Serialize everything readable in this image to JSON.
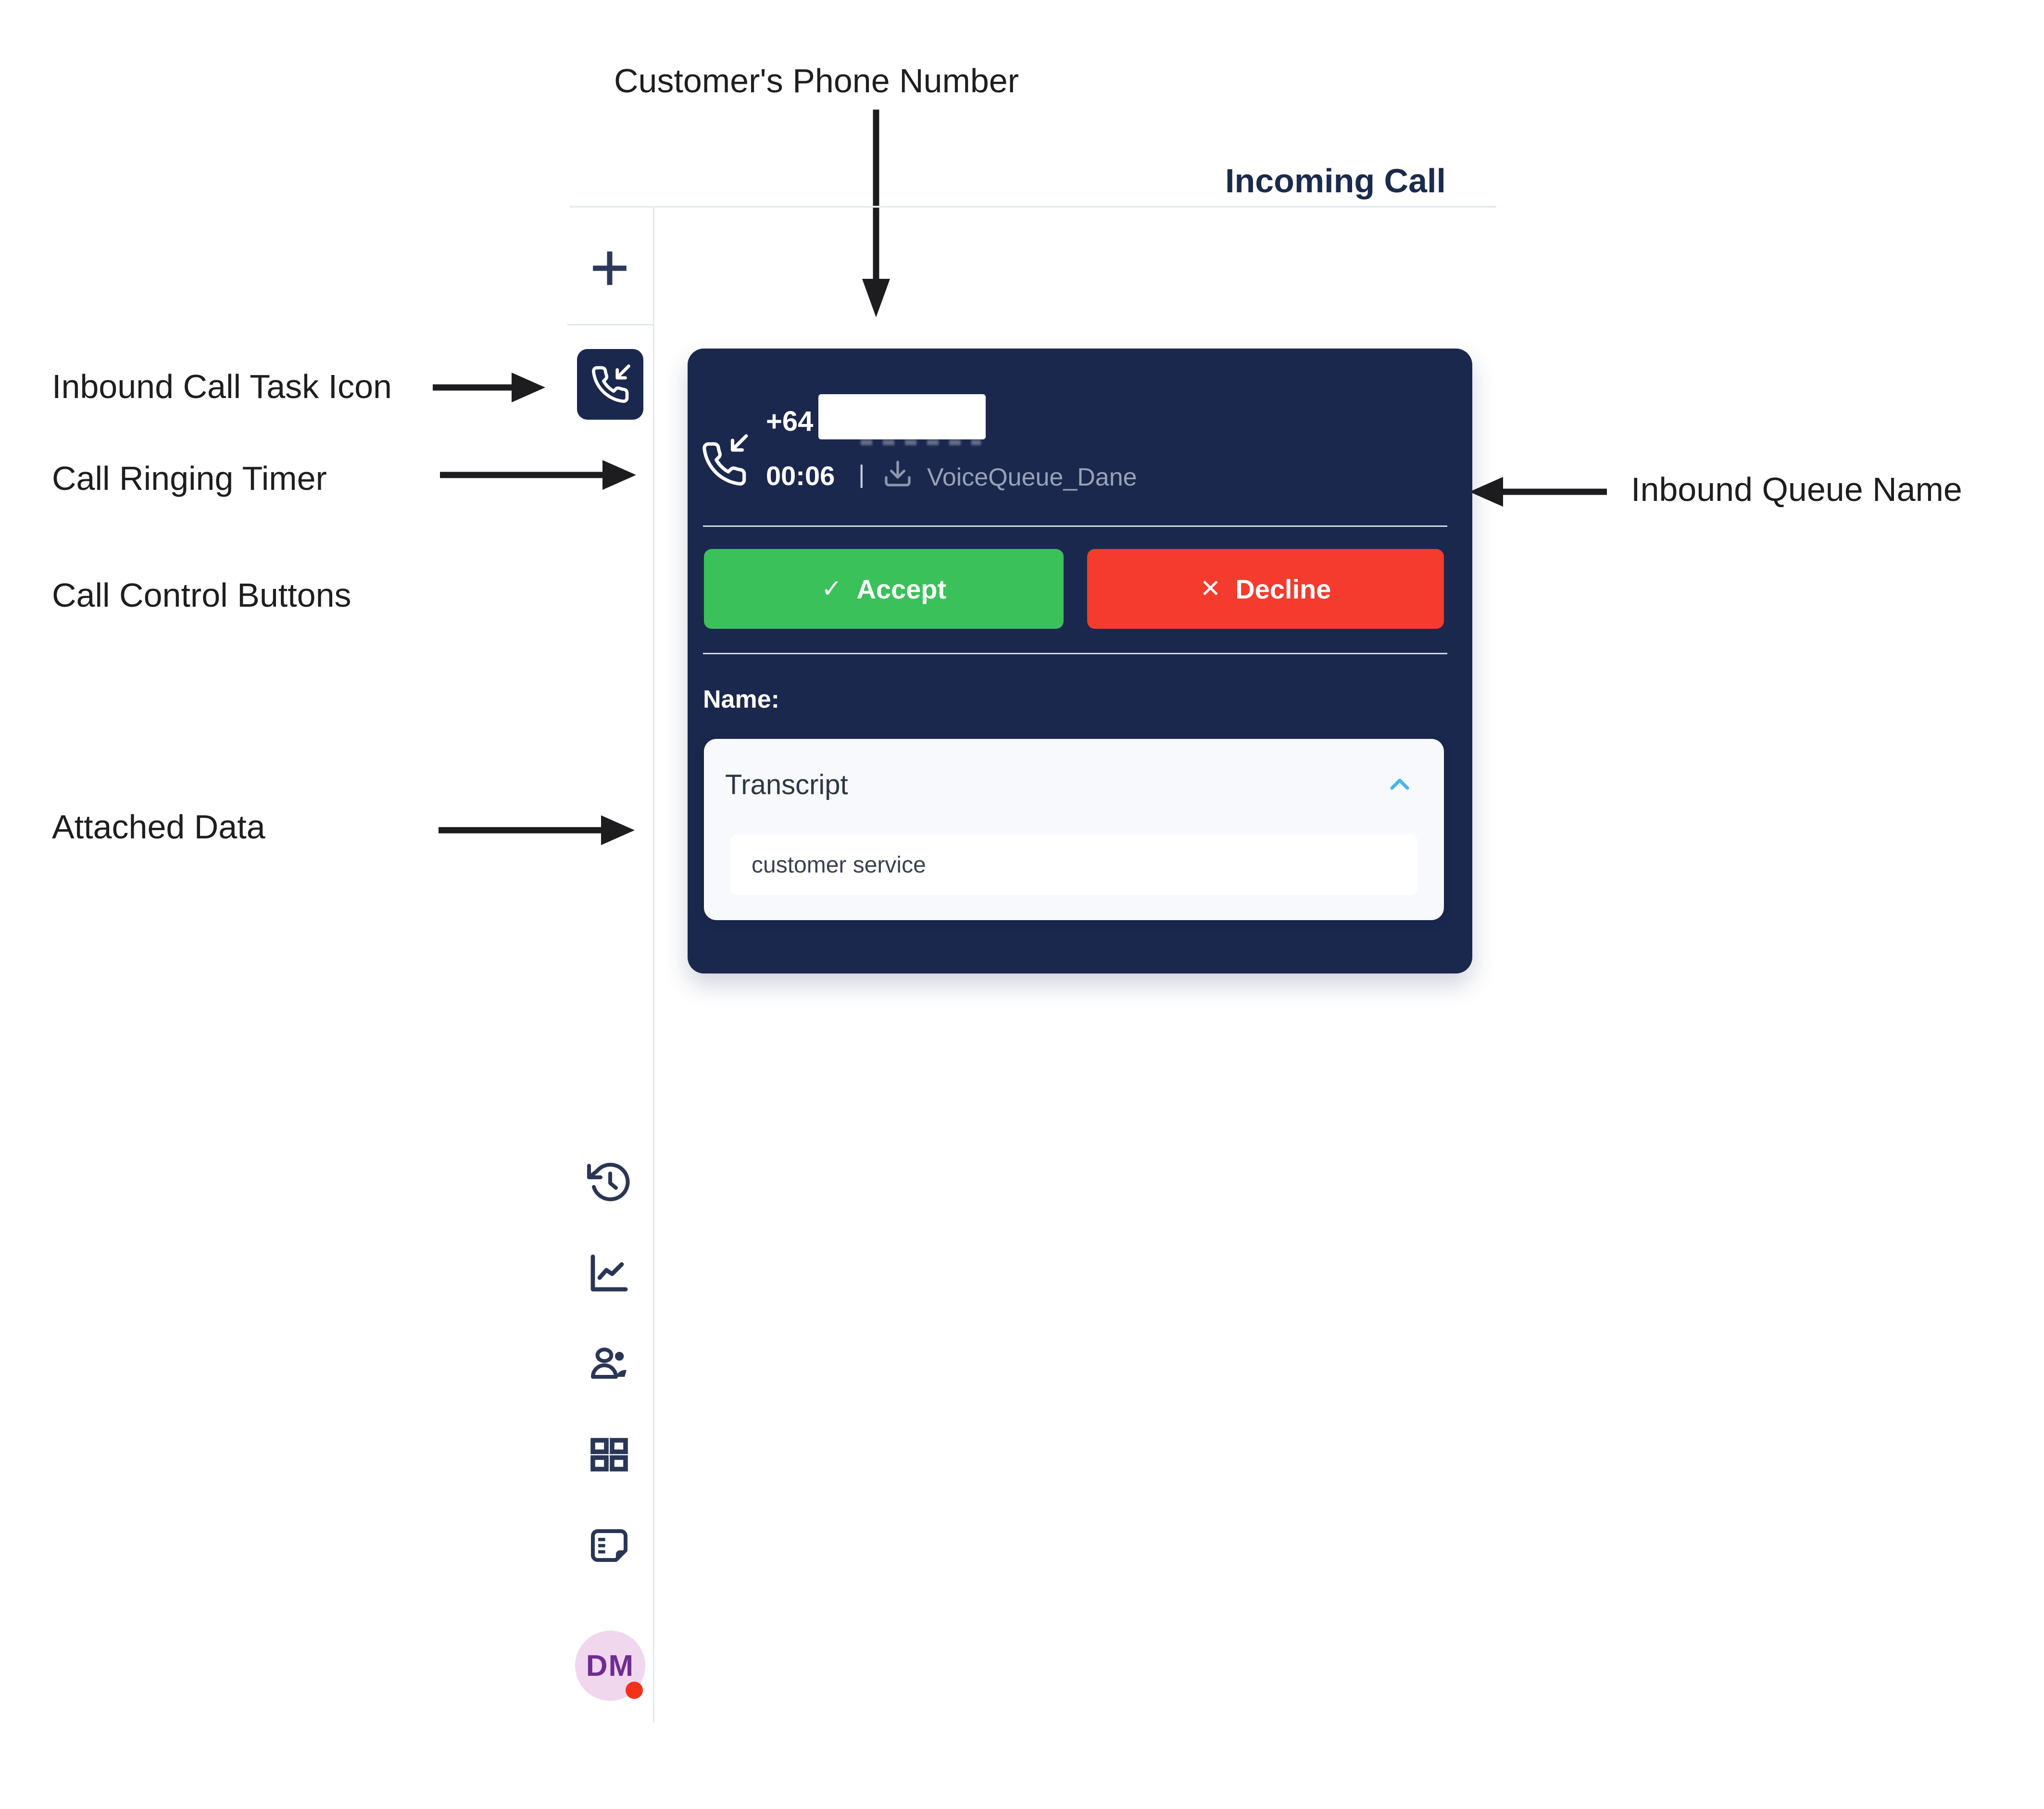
{
  "annotations": {
    "customer_phone": "Customer's Phone Number",
    "inbound_task": "Inbound Call Task Icon",
    "ringing_timer": "Call Ringing Timer",
    "call_controls": "Call Control Buttons",
    "attached_data": "Attached Data",
    "inbound_queue": "Inbound Queue Name"
  },
  "header": {
    "title": "Incoming Call"
  },
  "call_card": {
    "phone_number_prefix": "+64",
    "ringing_timer": "00:06",
    "separator": "|",
    "queue_name": "VoiceQueue_Dane",
    "accept_icon": "✓",
    "accept_label": "Accept",
    "decline_icon": "✕",
    "decline_label": "Decline",
    "name_label": "Name:",
    "attached_data": {
      "title": "Transcript",
      "value": "customer service"
    }
  },
  "sidebar": {
    "avatar_initials": "DM"
  },
  "colors": {
    "card_navy": "#1b284e",
    "accept_green": "#3ac159",
    "decline_red": "#f43b2d",
    "chevron_blue": "#49b5e8",
    "icon_navy": "#2a3655",
    "avatar_pink": "#f0d7ee",
    "avatar_text": "#6f2d92",
    "presence_red": "#f5311c",
    "annotation_ink": "#1d1d1f"
  }
}
